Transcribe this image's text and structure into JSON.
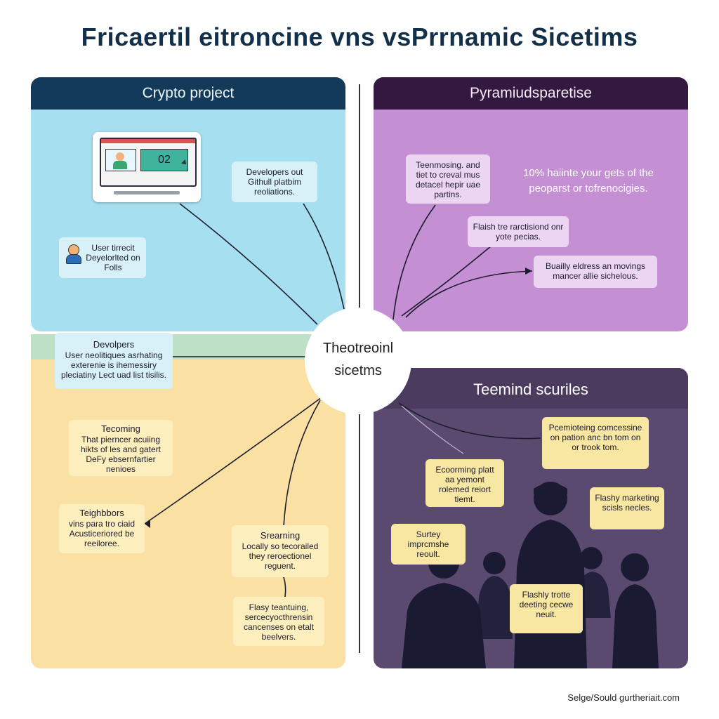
{
  "title": "Fricaertil eitroncine vns vsPrrnamic Sicetims",
  "center_label_line1": "Theotreoinl",
  "center_label_line2": "sicetms",
  "footer": "Selge/Sould gurtheriait.com",
  "crypto": {
    "header": "Crypto project",
    "screen_counter": "02",
    "box_github": "Developers out Githull platbim reoliations.",
    "box_user": "User tirrecit Deyelorlted on Folls"
  },
  "pyramid": {
    "header": "Pyramiudsparetise",
    "box_teenmosing": "Teenmosing. and tiet to creval mus detacel hepir uae partins.",
    "text_percent": "10% haiinte your gets of the peoparst or tofrenocigies.",
    "box_flaish": "Flaish tre rarctisiond onr yote pecias.",
    "box_buailly": "Buailly eldress an movings mancer allie sichelous."
  },
  "yellow": {
    "box_devolpers_hd": "Devolpers",
    "box_devolpers": "User neolitiques asrhating exterenie is ihemessiry pleciatiny Lect uad list tisilis.",
    "box_tecoming_hd": "Tecoming",
    "box_tecoming": "That pierncer acuiing hikts of les and gatert DeFy ebsernfartier nenioes",
    "box_teighbbors_hd": "Teighbbors",
    "box_teighbbors": "vins para tro ciaid Acusticeriored be reeiloree.",
    "box_srearning_hd": "Srearning",
    "box_srearning": "Locally so tecorailed they reroectionel reguent.",
    "box_flasy": "Flasy teantuing, sercecyocthrensin cancenses on etalt beelvers."
  },
  "team": {
    "header": "Teemind scuriles",
    "box_pcemio": "Pcemioteing comcessine on pation anc bn tom on or trook tom.",
    "box_ecoorming": "Ecoorming platt aa yemont rolemed reiort tiemt.",
    "box_flashy_top": "Flashy marketing scisls necles.",
    "box_surtey": "Surtey imprcmshe reoult.",
    "box_flashy_bottom": "Flashly trotte deeting cecwe neuit."
  },
  "colors": {
    "title": "#13304a",
    "crypto_header": "#143a5a",
    "crypto_body": "#a6dff0",
    "pyramid_header": "#33193f",
    "pyramid_body": "#c48fd3",
    "yellow_body": "#fbe0a3",
    "team_body": "#5a4a70"
  }
}
